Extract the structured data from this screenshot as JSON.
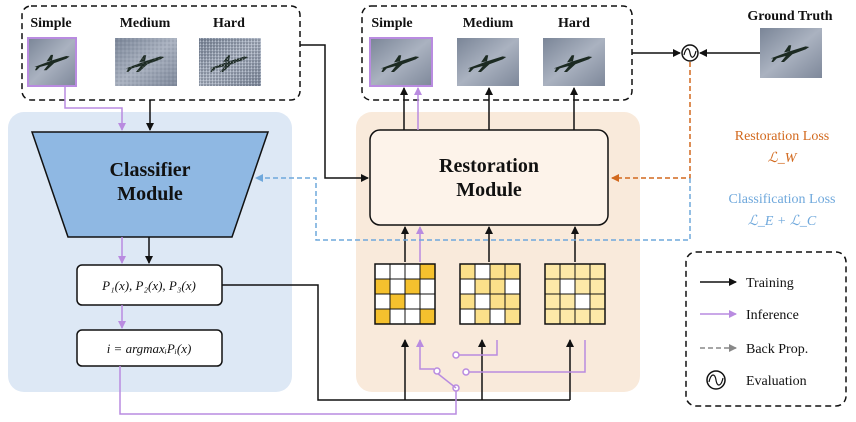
{
  "input_group": {
    "labels": [
      "Simple",
      "Medium",
      "Hard"
    ]
  },
  "output_group": {
    "labels": [
      "Simple",
      "Medium",
      "Hard"
    ]
  },
  "ground_truth": {
    "label": "Ground Truth"
  },
  "classifier": {
    "line1": "Classifier",
    "line2": "Module"
  },
  "restoration": {
    "line1": "Restoration",
    "line2": "Module"
  },
  "prob_box": {
    "text": "P₁(x), P₂(x), P₃(x)"
  },
  "argmax_box": {
    "text": "i = argmaxᵢPᵢ(x)"
  },
  "losses": {
    "restoration_title": "Restoration Loss",
    "restoration_formula": "ℒ_W",
    "classification_title": "Classification Loss",
    "classification_formula": "ℒ_E + ℒ_C"
  },
  "legend": {
    "items": [
      "Training",
      "Inference",
      "Back Prop.",
      "Evaluation"
    ]
  },
  "colors": {
    "classifier_fill": "#8fb8e3",
    "classifier_panel": "#dde8f5",
    "restoration_panel": "#f9eadb",
    "restoration_fill": "#fdf3ea",
    "inference": "#b98be0",
    "restoration_loss": "#d2691e",
    "classification_loss": "#6fa8dc",
    "grid_simple": "#f5c12e",
    "grid_medium": "#fbe08a",
    "grid_hard": "#fde9a8"
  }
}
